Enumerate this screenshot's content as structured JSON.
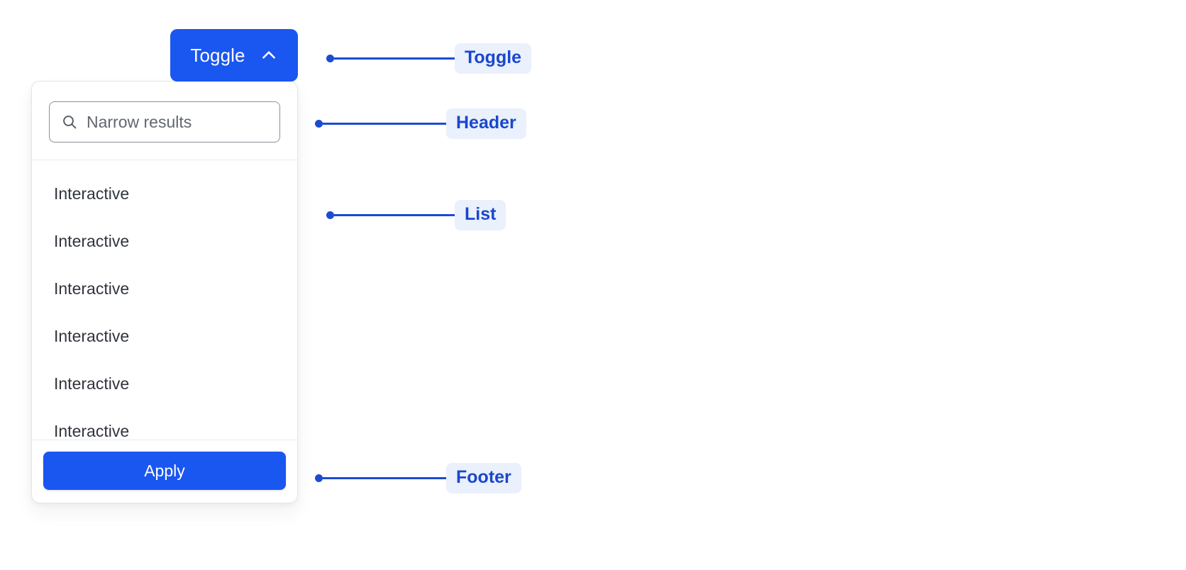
{
  "toggle": {
    "label": "Toggle",
    "icon": "chevron-up-icon",
    "color": "#1a56f0"
  },
  "panel": {
    "header": {
      "search": {
        "icon": "search-icon",
        "placeholder": "Narrow results",
        "value": ""
      }
    },
    "list": {
      "items": [
        {
          "label": "Interactive"
        },
        {
          "label": "Interactive"
        },
        {
          "label": "Interactive"
        },
        {
          "label": "Interactive"
        },
        {
          "label": "Interactive"
        },
        {
          "label": "Interactive"
        }
      ]
    },
    "footer": {
      "apply_label": "Apply"
    }
  },
  "annotations": [
    {
      "id": "toggle",
      "label": "Toggle",
      "line_width": 170
    },
    {
      "id": "header",
      "label": "Header",
      "line_width": 174
    },
    {
      "id": "list",
      "label": "List",
      "line_width": 170
    },
    {
      "id": "footer",
      "label": "Footer",
      "line_width": 174
    }
  ],
  "colors": {
    "accent": "#1a56f0",
    "annotation_line": "#1b4bd1",
    "annotation_text": "#1a47cc",
    "annotation_bg": "#eaf0fc",
    "panel_border": "#e3e5e8",
    "list_text": "#31353d",
    "placeholder_text": "#62666f"
  }
}
